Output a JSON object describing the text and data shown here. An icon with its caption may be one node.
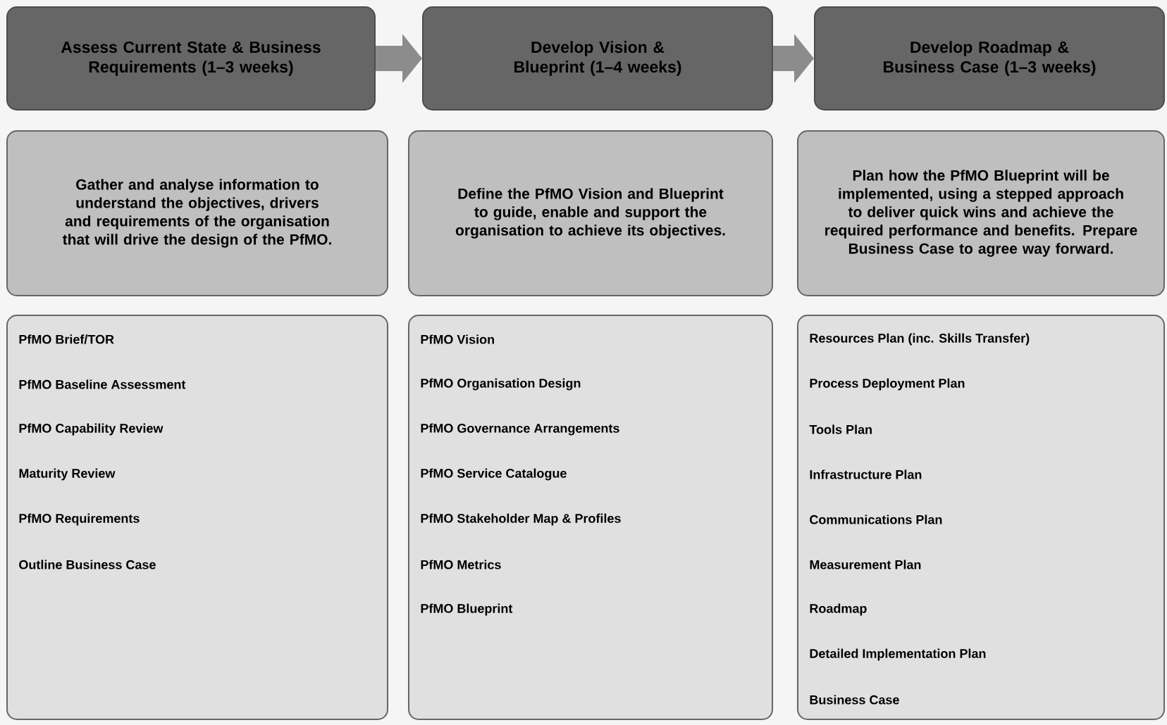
{
  "diagram": {
    "nodes": [
      {
        "text": [
          "Assess Current State & Business Requirements (1–3 weeks)"
        ]
      },
      {
        "text": [
          "Develop Vision & Blueprint (1–4 weeks)"
        ]
      },
      {
        "text": [
          "Develop Roadmap & Business Case (1–3 weeks)"
        ]
      },
      {
        "text": [
          "Gather and analyse information to understand the objectives, drivers and requirements of the organisation that will drive the design of the PfMO."
        ]
      },
      {
        "text": [
          "Define the PfMO Vision and Blueprint to guide, enable and support the organisation to achieve its objectives."
        ]
      },
      {
        "text": [
          "Plan how the PfMO Blueprint will be implemented, using a stepped approach to deliver quick wins and achieve the required performance and benefits. Prepare Business Case to agree way forward."
        ]
      },
      {
        "text": [
          "PfMO Brief/TOR",
          "PfMO Baseline Assessment",
          "PfMO Capability Review",
          "Maturity Review",
          "PfMO Requirements",
          "Outline Business Case"
        ]
      },
      {
        "text": [
          "PfMO Vision",
          "PfMO Organisation  Design",
          "PfMO Governance Arrangements",
          "PfMO Service Catalogue",
          "PfMO Stakeholder Map & Profiles",
          "PfMO Metrics",
          "PfMO Blueprint"
        ]
      },
      {
        "text": [
          "Resources Plan (inc. Skills Transfer)",
          "Process Deployment Plan",
          "Tools Plan",
          "Infrastructure Plan",
          "Communications Plan",
          "Measurement Plan",
          "Roadmap",
          "Detailed Implementation Plan",
          "Business Case"
        ]
      }
    ],
    "edges": [
      {
        "from": 0,
        "to": 1,
        "arrow": "to"
      },
      {
        "from": 1,
        "to": 2,
        "arrow": "to"
      }
    ]
  }
}
